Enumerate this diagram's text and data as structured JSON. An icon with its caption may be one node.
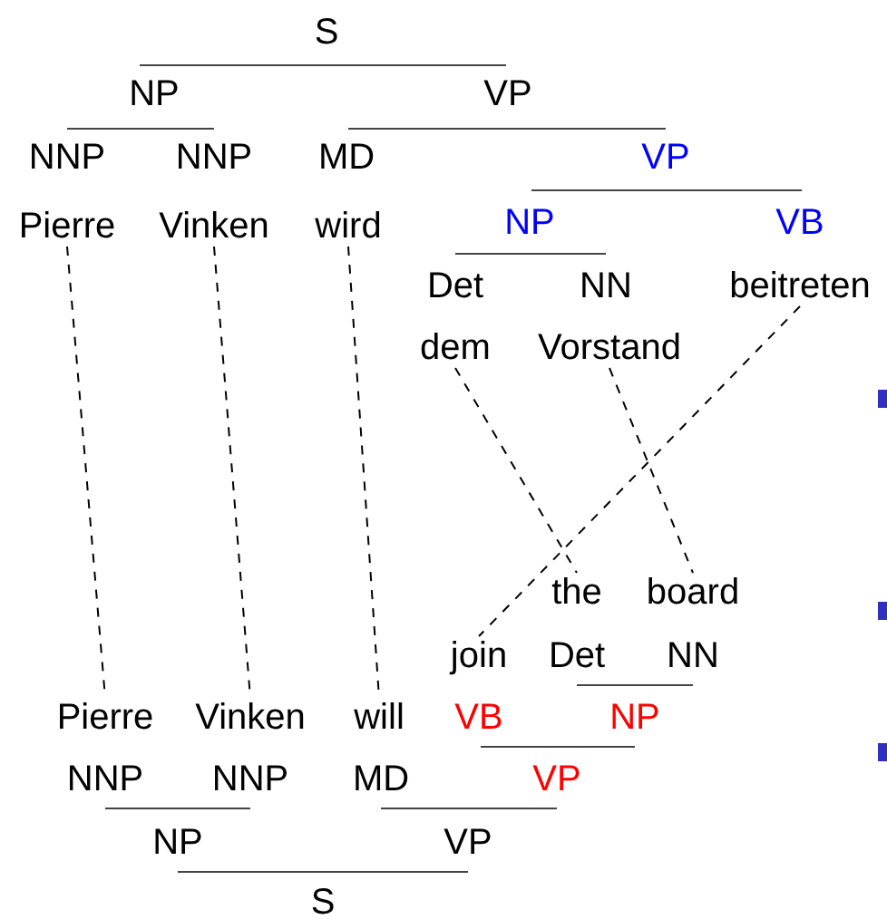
{
  "diagram": {
    "nodes": [
      {
        "text": [
          "S"
        ]
      },
      {
        "text": [
          "NP"
        ]
      },
      {
        "text": [
          "VP"
        ]
      },
      {
        "text": [
          "NNP"
        ]
      },
      {
        "text": [
          "NNP"
        ]
      },
      {
        "text": [
          "MD"
        ]
      },
      {
        "text": [
          "VP"
        ]
      },
      {
        "text": [
          "Pierre"
        ]
      },
      {
        "text": [
          "Vinken"
        ]
      },
      {
        "text": [
          "wird"
        ]
      },
      {
        "text": [
          "NP"
        ]
      },
      {
        "text": [
          "VB"
        ]
      },
      {
        "text": [
          "Det"
        ]
      },
      {
        "text": [
          "NN"
        ]
      },
      {
        "text": [
          "beitreten"
        ]
      },
      {
        "text": [
          "dem"
        ]
      },
      {
        "text": [
          "Vorstand"
        ]
      },
      {
        "text": [
          "the"
        ]
      },
      {
        "text": [
          "board"
        ]
      },
      {
        "text": [
          "join"
        ]
      },
      {
        "text": [
          "Det"
        ]
      },
      {
        "text": [
          "NN"
        ]
      },
      {
        "text": [
          "Pierre"
        ]
      },
      {
        "text": [
          "Vinken"
        ]
      },
      {
        "text": [
          "will"
        ]
      },
      {
        "text": [
          "VB"
        ]
      },
      {
        "text": [
          "NP"
        ]
      },
      {
        "text": [
          "NNP"
        ]
      },
      {
        "text": [
          "NNP"
        ]
      },
      {
        "text": [
          "MD"
        ]
      },
      {
        "text": [
          "VP"
        ]
      },
      {
        "text": [
          "NP"
        ]
      },
      {
        "text": [
          "VP"
        ]
      },
      {
        "text": [
          "S"
        ]
      }
    ],
    "edges": [
      {
        "from": 7,
        "to": 22,
        "arrow": "none",
        "style": "dashed"
      },
      {
        "from": 8,
        "to": 23,
        "arrow": "none",
        "style": "dashed"
      },
      {
        "from": 9,
        "to": 24,
        "arrow": "none",
        "style": "dashed"
      },
      {
        "from": 15,
        "to": 17,
        "arrow": "none",
        "style": "dashed"
      },
      {
        "from": 16,
        "to": 18,
        "arrow": "none",
        "style": "dashed"
      },
      {
        "from": 14,
        "to": 19,
        "arrow": "none",
        "style": "dashed"
      }
    ]
  }
}
